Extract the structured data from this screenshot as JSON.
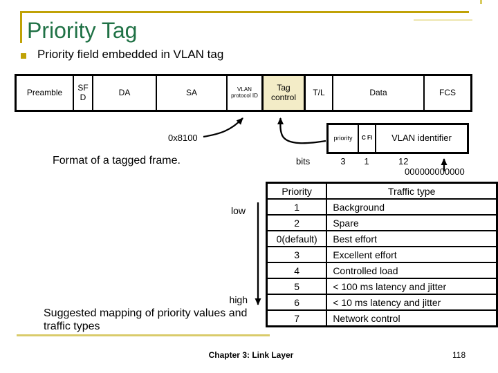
{
  "colors": {
    "accent_gold": "#C0A206",
    "pale_gold": "#D9CB6A",
    "title_green": "#1F7145",
    "highlight_cream": "#F3ECC7"
  },
  "title": "Priority Tag",
  "bullet": "Priority field embedded in VLAN tag",
  "frame": {
    "caption": "Format of a tagged frame.",
    "protocol_id_value": "0x8100",
    "fields": [
      {
        "label": "Preamble"
      },
      {
        "label": "SF D"
      },
      {
        "label": "DA"
      },
      {
        "label": "SA"
      },
      {
        "label": "VLAN protocol ID"
      },
      {
        "label": "Tag control"
      },
      {
        "label": "T/L"
      },
      {
        "label": "Data"
      },
      {
        "label": "FCS"
      }
    ]
  },
  "tag_control_detail": {
    "fields": [
      {
        "label": "priority"
      },
      {
        "label": "C FI"
      },
      {
        "label": "VLAN identifier"
      }
    ],
    "bits_label": "bits",
    "bit_widths": [
      "3",
      "1",
      "12"
    ],
    "vlan_id_value": "000000000000"
  },
  "priority_table": {
    "headers": {
      "priority": "Priority",
      "traffic": "Traffic type"
    },
    "rows": [
      {
        "priority": "1",
        "traffic": "Background"
      },
      {
        "priority": "2",
        "traffic": "Spare"
      },
      {
        "priority": "0(default)",
        "traffic": "Best effort"
      },
      {
        "priority": "3",
        "traffic": "Excellent effort"
      },
      {
        "priority": "4",
        "traffic": "Controlled load"
      },
      {
        "priority": "5",
        "traffic": "< 100 ms latency and jitter"
      },
      {
        "priority": "6",
        "traffic": "< 10 ms latency and jitter"
      },
      {
        "priority": "7",
        "traffic": "Network control"
      }
    ],
    "scale_low": "low",
    "scale_high": "high",
    "caption": "Suggested mapping of priority values and traffic types"
  },
  "footer": {
    "chapter": "Chapter 3: Link Layer",
    "page": "118"
  }
}
